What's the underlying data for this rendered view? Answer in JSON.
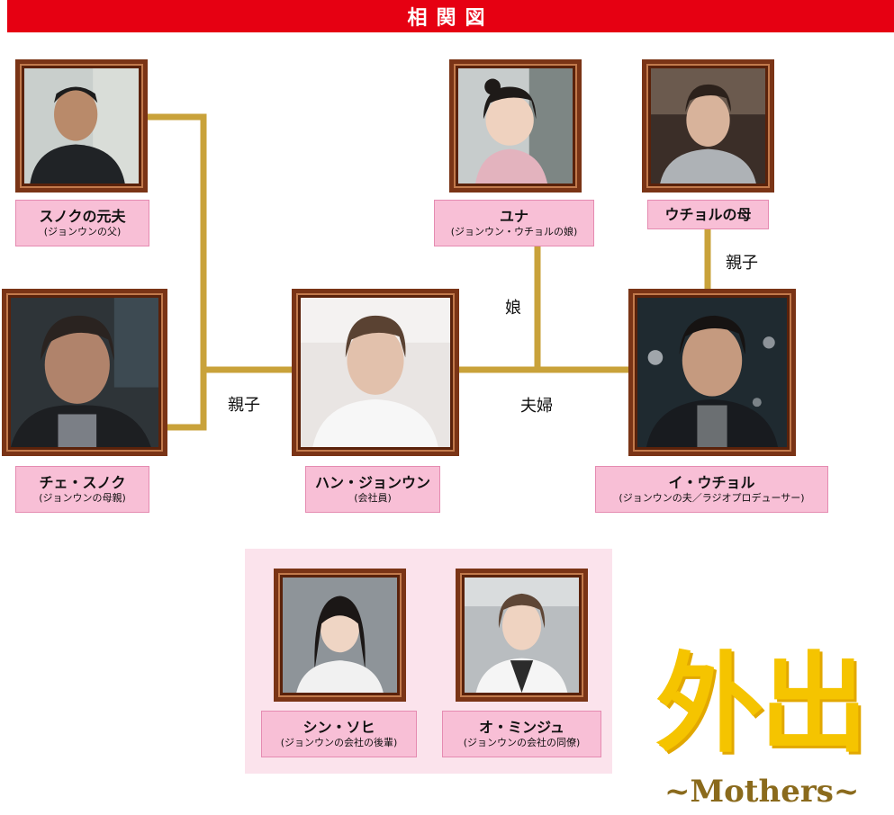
{
  "header": {
    "title": "相関図"
  },
  "colors": {
    "header_bg": "#e60012",
    "line": "#c9a23a",
    "label_bg": "#f8bfd6",
    "frame": "#7a3416",
    "logo": "#f5c400"
  },
  "people": {
    "ex_husband": {
      "name": "スノクの元夫",
      "role": "(ジョンウンの父)"
    },
    "mother": {
      "name": "チェ・スノク",
      "role": "(ジョンウンの母親)"
    },
    "heroine": {
      "name": "ハン・ジョンウン",
      "role": "(会社員)"
    },
    "daughter": {
      "name": "ユナ",
      "role": "(ジョンウン・ウチョルの娘)"
    },
    "mother_in_law": {
      "name": "ウチョルの母",
      "role": ""
    },
    "husband": {
      "name": "イ・ウチョル",
      "role": "(ジョンウンの夫／ラジオプロデューサー)"
    },
    "junior": {
      "name": "シン・ソヒ",
      "role": "(ジョンウンの会社の後輩)"
    },
    "colleague": {
      "name": "オ・ミンジュ",
      "role": "(ジョンウンの会社の同僚)"
    }
  },
  "relations": {
    "parent_child_left": "親子",
    "married": "夫婦",
    "daughter": "娘",
    "parent_child_right": "親子"
  },
  "logo": {
    "title": "外出",
    "subtitle": "~Mothers~"
  }
}
